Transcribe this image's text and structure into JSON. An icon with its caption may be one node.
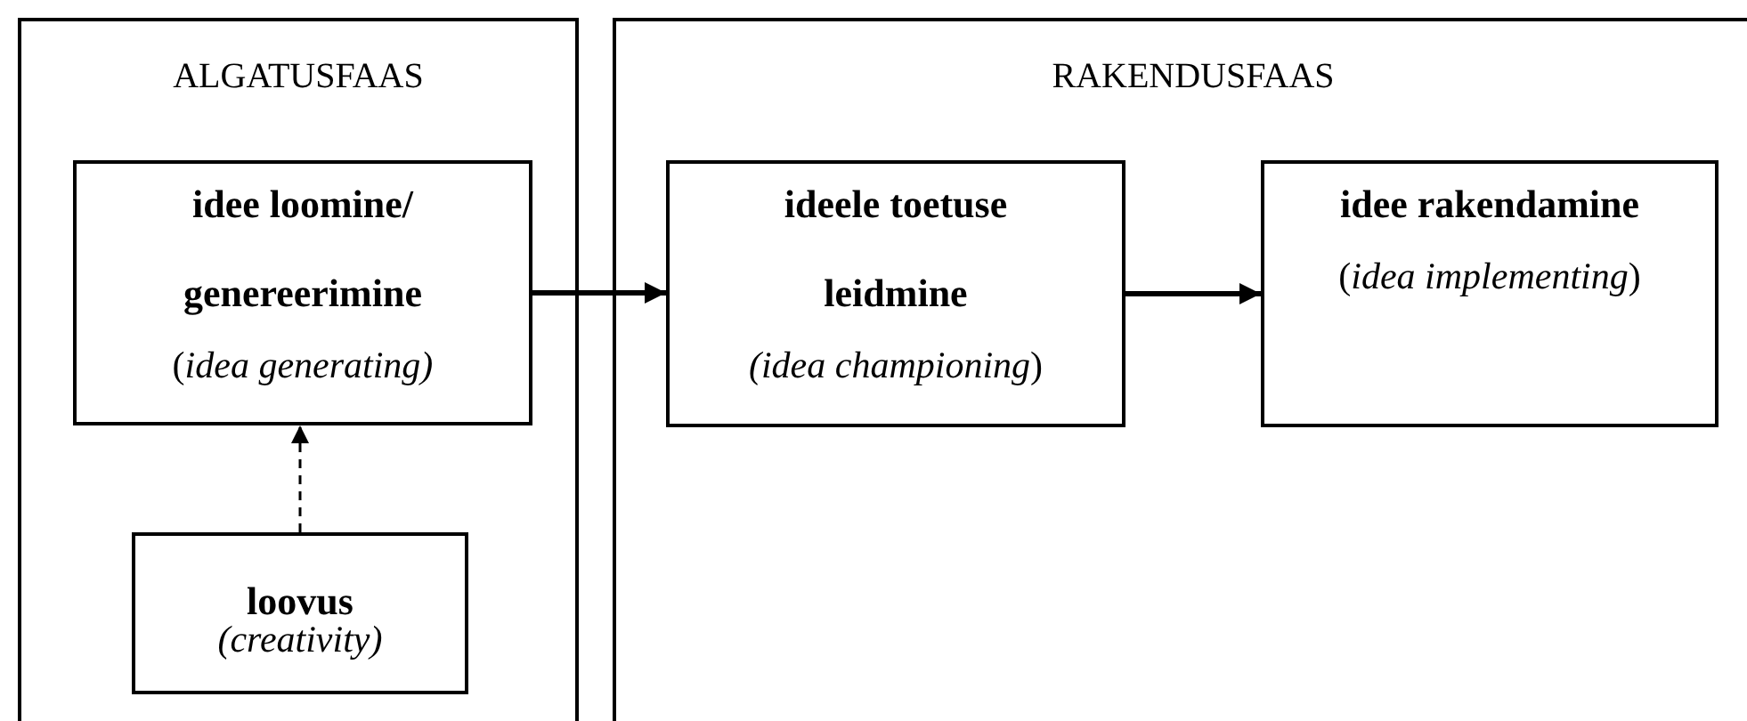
{
  "diagram": {
    "nodes": [
      {
        "text": [
          "ALGATUSFAAS"
        ]
      },
      {
        "text": [
          "idee loomine/ genereerimine",
          "(*idea generating)*"
        ],
        "in": 0
      },
      {
        "text": [
          "loovus",
          "*(creativity)*"
        ],
        "in": 0
      },
      {
        "text": [
          "RAKENDUSFAAS"
        ]
      },
      {
        "text": [
          "ideele toetuse leidmine",
          "*(idea championing*)"
        ],
        "in": 3
      },
      {
        "text": [
          "idee rakendamine",
          "(*idea implementing*)"
        ],
        "in": 3
      }
    ],
    "edges": [
      {
        "from": 2,
        "to": 1,
        "arrow": "to",
        "style": "dashed"
      },
      {
        "from": 1,
        "to": 4,
        "arrow": "to"
      },
      {
        "from": 4,
        "to": 5,
        "arrow": "to"
      }
    ]
  }
}
